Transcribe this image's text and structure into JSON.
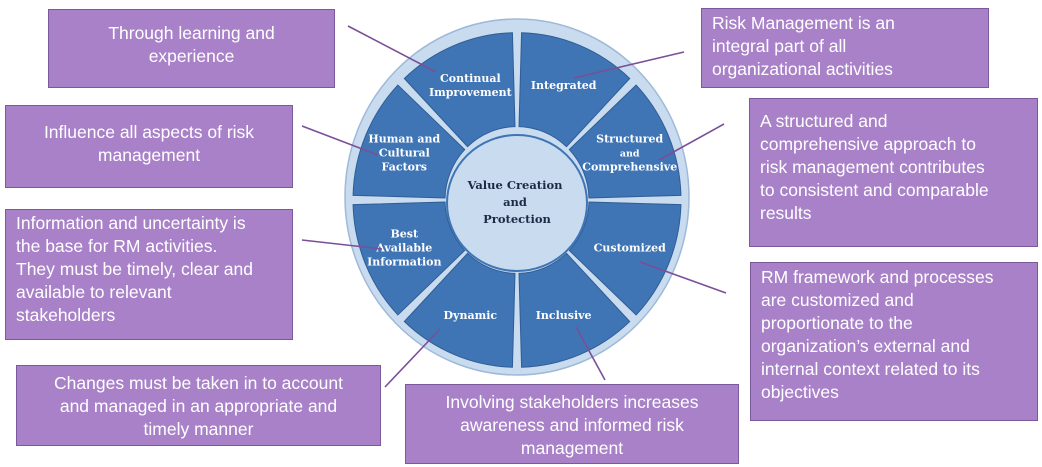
{
  "diagram": {
    "center_label": [
      "Value Creation",
      "and",
      "Protection"
    ],
    "segments": [
      {
        "id": "integrated",
        "label": [
          "Integrated"
        ]
      },
      {
        "id": "structured-comprehensive",
        "label": [
          "Structured",
          "and",
          "Comprehensive"
        ]
      },
      {
        "id": "customized",
        "label": [
          "Customized"
        ]
      },
      {
        "id": "inclusive",
        "label": [
          "Inclusive"
        ]
      },
      {
        "id": "dynamic",
        "label": [
          "Dynamic"
        ]
      },
      {
        "id": "best-available-information",
        "label": [
          "Best",
          "Available",
          "Information"
        ]
      },
      {
        "id": "human-cultural-factors",
        "label": [
          "Human and",
          "Cultural",
          "Factors"
        ]
      },
      {
        "id": "continual-improvement",
        "label": [
          "Continual",
          "Improvement"
        ]
      }
    ],
    "colors": {
      "segment_fill": "#3f75b5",
      "ring_fill": "#c9dbef",
      "center_fill": "#c9dbef",
      "callout_fill": "#a881c8",
      "connector": "#7a4f98"
    }
  },
  "callouts": {
    "continual_improvement": "Through learning and\nexperience",
    "integrated": "Risk Management is an\nintegral part of all\norganizational activities",
    "human_cultural": "Influence all aspects of risk\nmanagement",
    "structured": "A structured and\ncomprehensive approach to\nrisk management contributes\nto consistent and comparable\nresults",
    "best_information": "Information and uncertainty is\nthe base for RM activities.\nThey must be timely, clear and\navailable to relevant\nstakeholders",
    "customized": "RM framework and processes\nare customized and\nproportionate to the\norganization’s external and\ninternal context related to its\nobjectives",
    "dynamic": "Changes must be taken in to account\nand managed in an appropriate and\ntimely manner",
    "inclusive": "Involving stakeholders increases\nawareness and informed risk\nmanagement"
  }
}
